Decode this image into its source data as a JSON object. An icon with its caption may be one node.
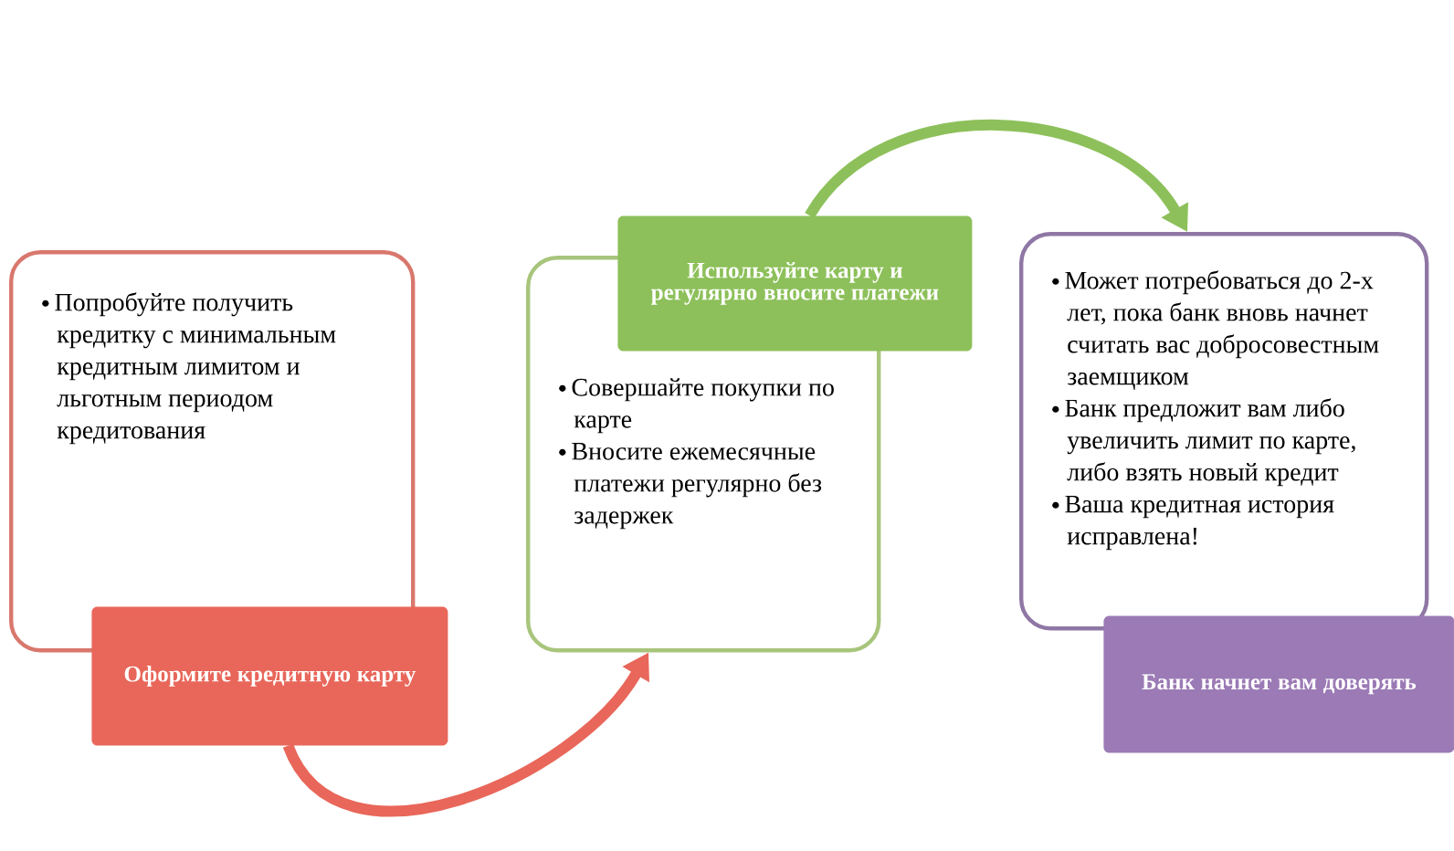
{
  "diagram": {
    "nodes": [
      {
        "text": [
          "Попробуйте получить кредитку с минимальным кредитным лимитом и льготным периодом кредитования"
        ]
      },
      {
        "text": [
          "Оформите кредитную карту"
        ]
      },
      {
        "text": [
          "Совершайте покупки по карте",
          "Вносите ежемесячные платежи регулярно без задержек"
        ]
      },
      {
        "text": [
          "Используйте карту и регулярно вносите платежи"
        ]
      },
      {
        "text": [
          "Может потребоваться до 2-х лет, пока банк вновь начнет считать вас добросовестным заемщиком",
          "Банк предложит вам либо увеличить лимит по карте, либо взять новый кредит",
          "Ваша кредитная история исправлена!"
        ]
      },
      {
        "text": [
          "Банк начнет вам доверять"
        ]
      }
    ],
    "edges": [
      {
        "from": 1,
        "to": 2,
        "arrow": "to",
        "color": "#e8675a"
      },
      {
        "from": 3,
        "to": 4,
        "arrow": "to",
        "color": "#8dc05a"
      }
    ]
  }
}
